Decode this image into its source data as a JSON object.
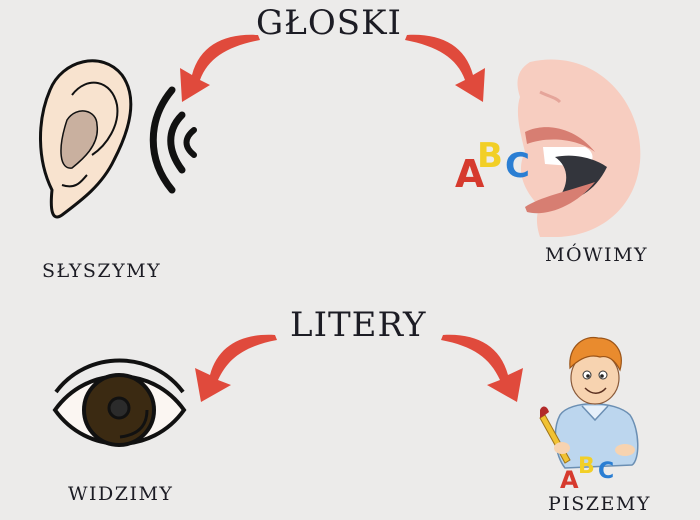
{
  "top_section": {
    "title": "GŁOSKI",
    "left": {
      "label": "SŁYSZYMY",
      "icon": "ear-icon"
    },
    "right": {
      "label": "MÓWIMY",
      "icon": "speaking-mouth-icon"
    }
  },
  "bottom_section": {
    "title": "LITERY",
    "left": {
      "label": "WIDZIMY",
      "icon": "eye-icon"
    },
    "right": {
      "label": "PISZEMY",
      "icon": "writing-boy-icon"
    }
  },
  "colors": {
    "background": "#ecebea",
    "arrow": "#e04a3c",
    "text": "#1c1c24",
    "skin": "#f9c9bd"
  }
}
